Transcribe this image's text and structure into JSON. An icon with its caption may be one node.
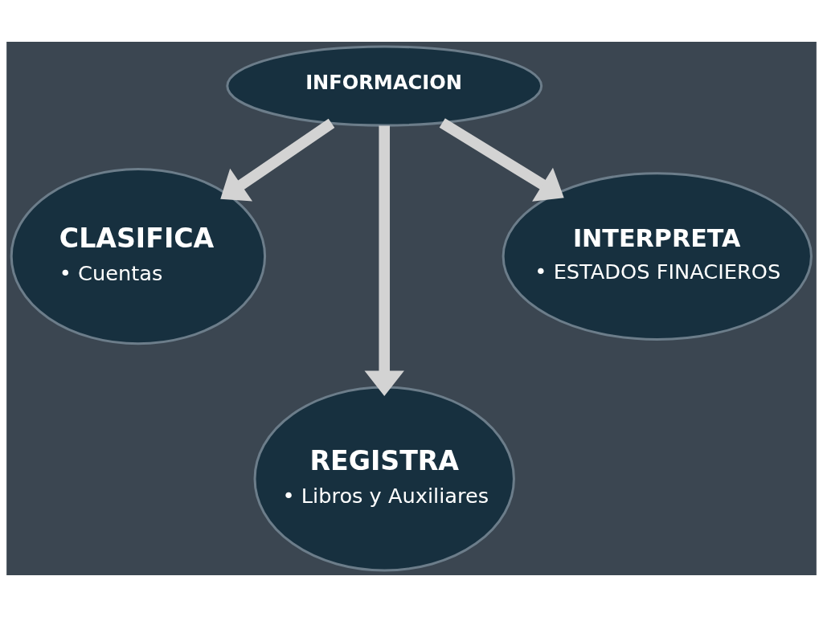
{
  "diagram": {
    "nodes": [
      {
        "text": [
          "INFORMACION"
        ]
      },
      {
        "text": [
          "CLASIFICA",
          "• Cuentas"
        ]
      },
      {
        "text": [
          "REGISTRA",
          "• Libros y Auxiliares"
        ]
      },
      {
        "text": [
          "INTERPRETA",
          "• ESTADOS FINACIEROS"
        ]
      }
    ],
    "edges": [
      {
        "from": 0,
        "to": 1,
        "arrow": "to"
      },
      {
        "from": 0,
        "to": 2,
        "arrow": "to"
      },
      {
        "from": 0,
        "to": 3,
        "arrow": "to"
      }
    ]
  }
}
